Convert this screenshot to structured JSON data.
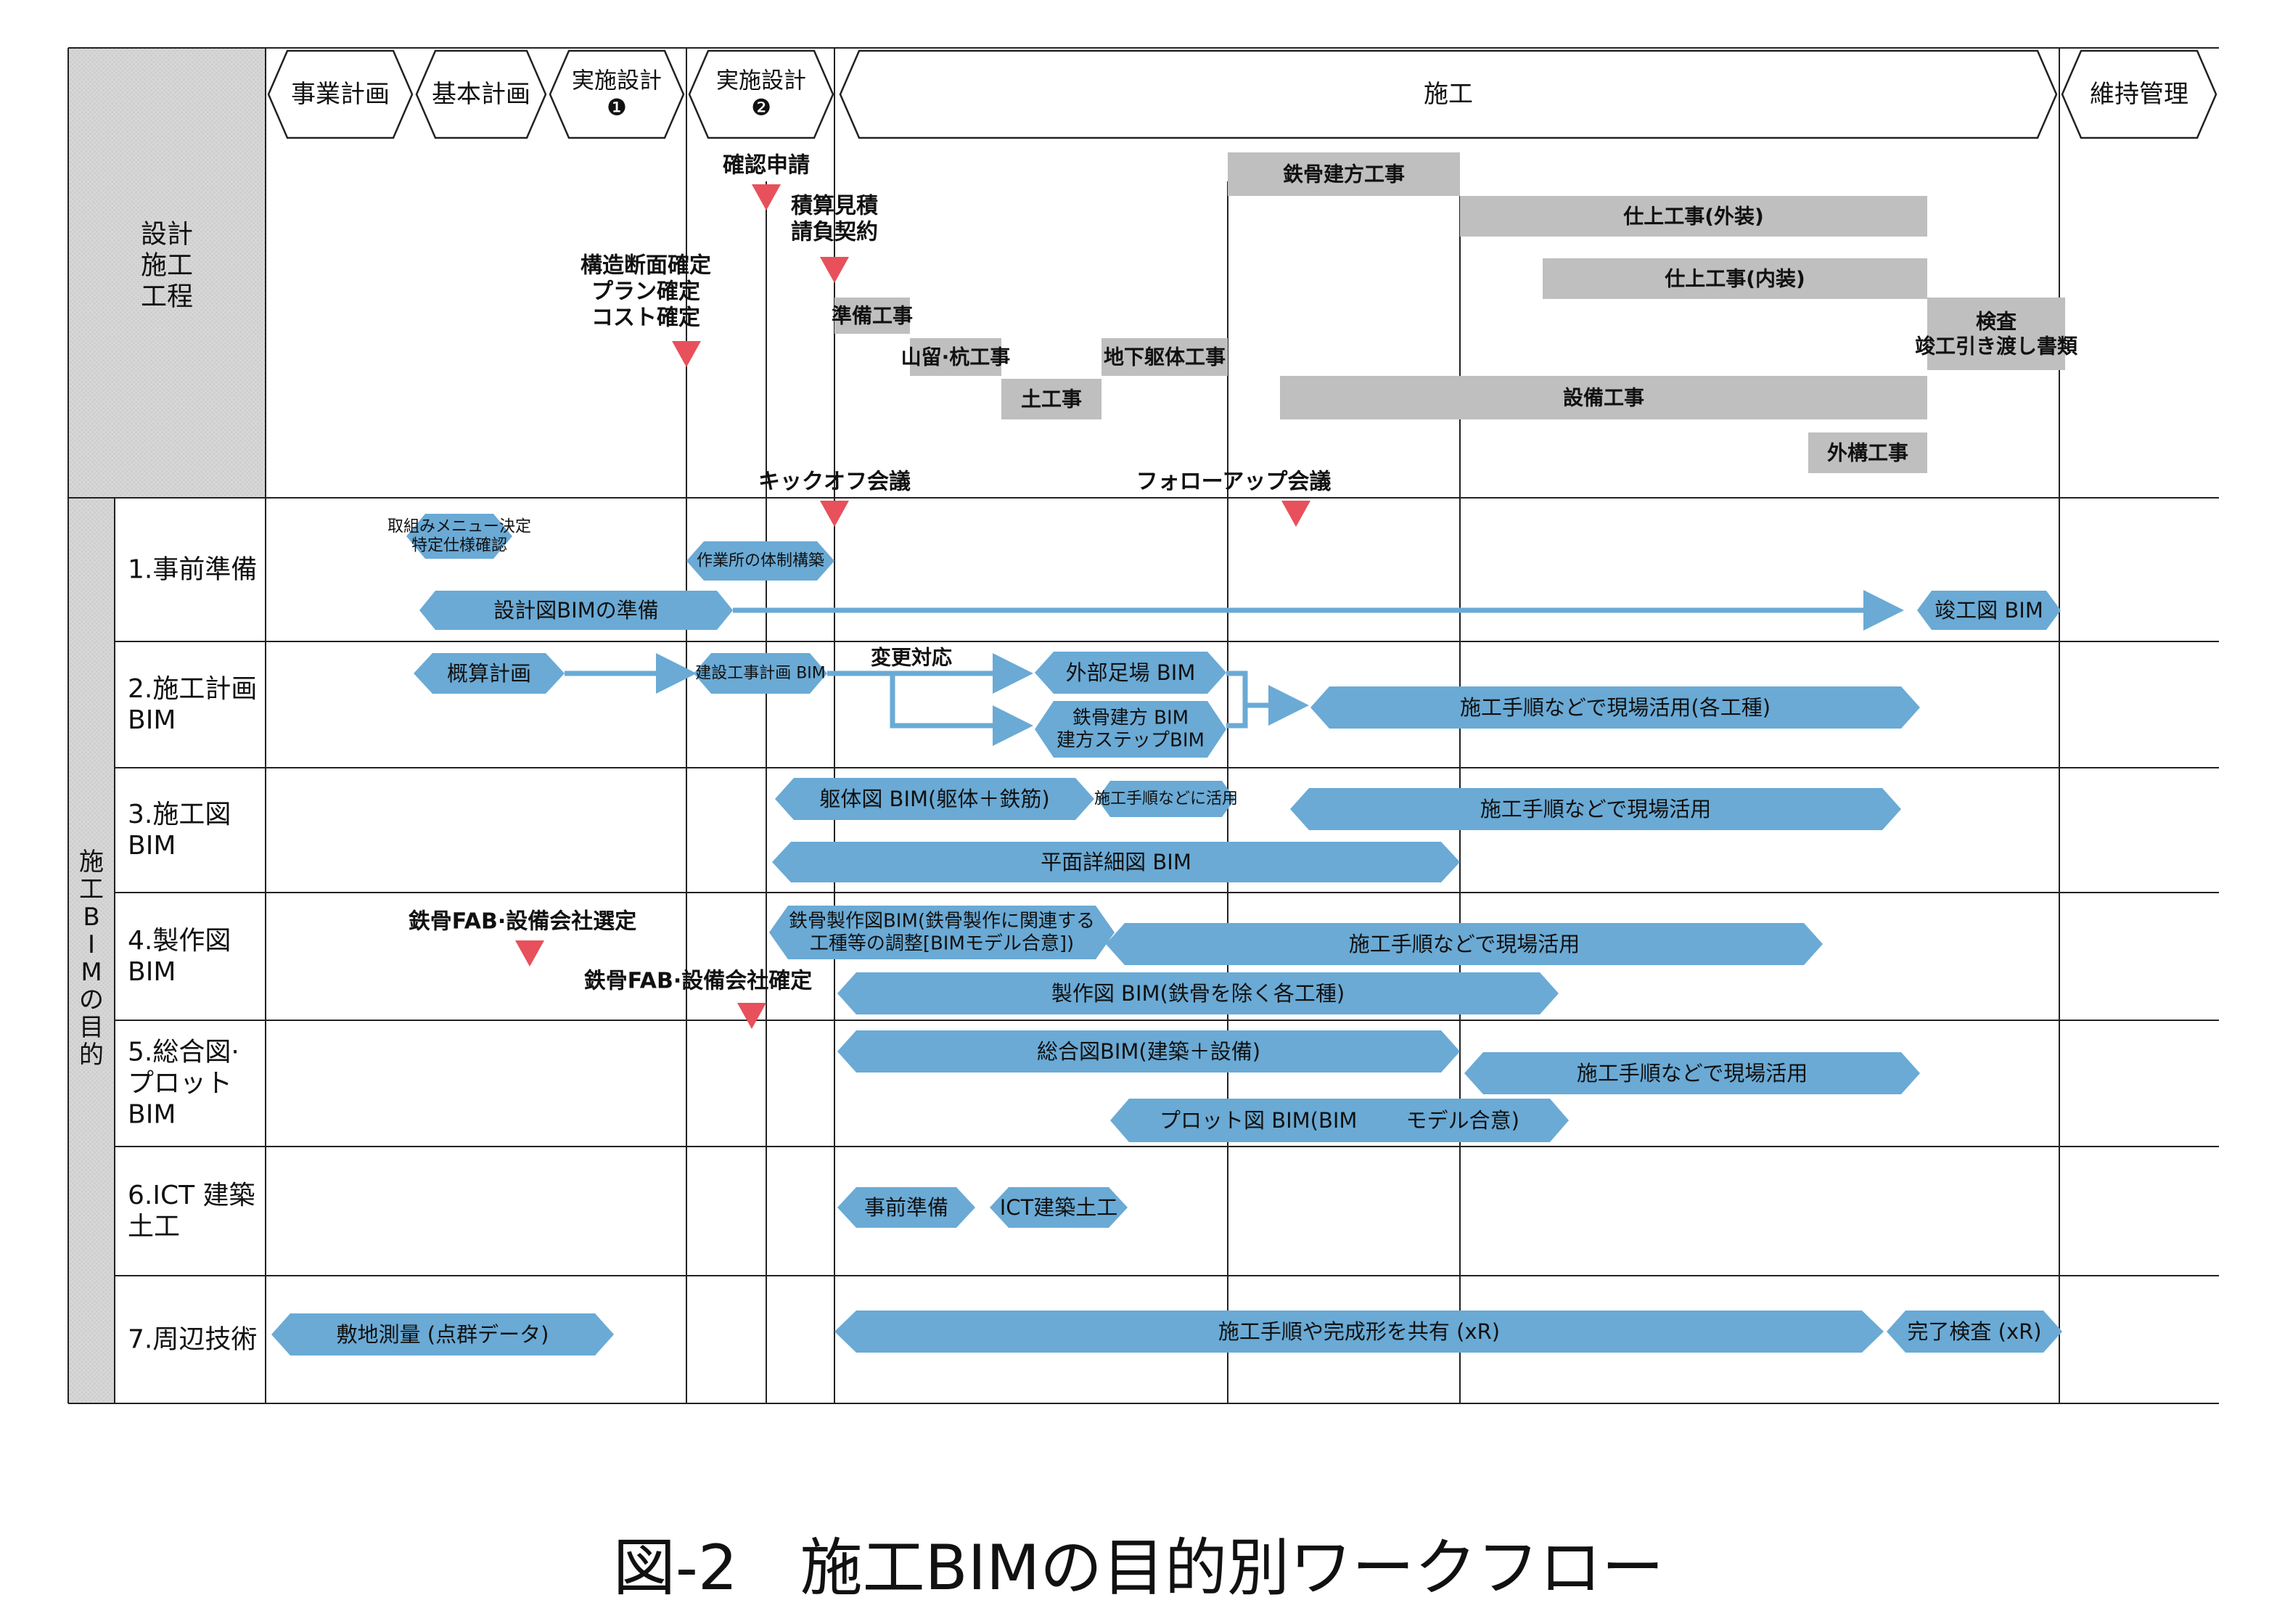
{
  "colors": {
    "blue": "#6aaad5",
    "gray_bar": "#bfbfbf",
    "panel": "#d4d4d4",
    "marker": "#e8505b",
    "line": "#222222"
  },
  "caption": "図-2　施工BIMの目的別ワークフロー",
  "phases": [
    {
      "id": "jigyo",
      "lines": [
        "事業計画"
      ]
    },
    {
      "id": "kihon",
      "lines": [
        "基本計画"
      ]
    },
    {
      "id": "jisshi1",
      "lines": [
        "実施設計",
        "❶"
      ]
    },
    {
      "id": "jisshi2",
      "lines": [
        "実施設計",
        "❷"
      ]
    },
    {
      "id": "seko",
      "lines": [
        "施工"
      ]
    },
    {
      "id": "iji",
      "lines": [
        "維持管理"
      ]
    }
  ],
  "top_left_label": [
    "設計",
    "施工",
    "工程"
  ],
  "side_label": [
    "施",
    "工",
    "B",
    "I",
    "M",
    "の",
    "目",
    "的"
  ],
  "schedule_bars": [
    {
      "id": "tekkotsu-tatekata",
      "label": "鉄骨建方工事"
    },
    {
      "id": "shiage-gaiso",
      "label": "仕上工事(外装)"
    },
    {
      "id": "shiage-naiso",
      "label": "仕上工事(内装)"
    },
    {
      "id": "kensa",
      "lines": [
        "検査",
        "竣工引き渡し書類"
      ]
    },
    {
      "id": "junbi",
      "label": "準備工事"
    },
    {
      "id": "yamadome",
      "label": "山留·杭工事"
    },
    {
      "id": "chika",
      "label": "地下躯体工事"
    },
    {
      "id": "dokoji",
      "label": "土工事"
    },
    {
      "id": "setsubi",
      "label": "設備工事"
    },
    {
      "id": "gaiko",
      "label": "外構工事"
    }
  ],
  "milestones": [
    {
      "id": "kakunin",
      "lines": [
        "確認申請"
      ]
    },
    {
      "id": "sekisan",
      "lines": [
        "積算見積",
        "請負契約"
      ]
    },
    {
      "id": "kozo",
      "lines": [
        "構造断面確定",
        "プラン確定",
        "コスト確定"
      ]
    },
    {
      "id": "kickoff",
      "lines": [
        "キックオフ会議"
      ]
    },
    {
      "id": "followup",
      "lines": [
        "フォローアップ会議"
      ]
    },
    {
      "id": "fab-sentei",
      "lines": [
        "鉄骨FAB·設備会社選定"
      ]
    },
    {
      "id": "fab-kakutei",
      "lines": [
        "鉄骨FAB·設備会社確定"
      ]
    }
  ],
  "rows": [
    {
      "id": "row1",
      "lines": [
        "1.事前準備"
      ]
    },
    {
      "id": "row2",
      "lines": [
        "2.施工計画",
        "BIM"
      ]
    },
    {
      "id": "row3",
      "lines": [
        "3.施工図",
        "BIM"
      ]
    },
    {
      "id": "row4",
      "lines": [
        "4.製作図",
        "BIM"
      ]
    },
    {
      "id": "row5",
      "lines": [
        "5.総合図·",
        "プロット",
        "BIM"
      ]
    },
    {
      "id": "row6",
      "lines": [
        "6.ICT 建築",
        "土工"
      ]
    },
    {
      "id": "row7",
      "lines": [
        "7.周辺技術"
      ]
    }
  ],
  "bim_bars": [
    {
      "id": "torikumi",
      "lines": [
        "取組みメニュー決定",
        "特定仕様確認"
      ]
    },
    {
      "id": "sagyosho",
      "lines": [
        "作業所の体制構築"
      ]
    },
    {
      "id": "sekkeizu",
      "lines": [
        "設計図BIMの準備"
      ]
    },
    {
      "id": "shunkozu",
      "lines": [
        "竣工図 BIM"
      ]
    },
    {
      "id": "gaisan",
      "lines": [
        "概算計画"
      ]
    },
    {
      "id": "kensetsu-keikaku",
      "lines": [
        "建設工事計画 BIM"
      ]
    },
    {
      "id": "henko",
      "lines": [
        "変更対応"
      ]
    },
    {
      "id": "gaibu-ashiba",
      "lines": [
        "外部足場 BIM"
      ]
    },
    {
      "id": "tekkotsu-step",
      "lines": [
        "鉄骨建方 BIM",
        "建方ステップBIM"
      ]
    },
    {
      "id": "seko-kakukoshu",
      "lines": [
        "施工手順などで現場活用(各工種)"
      ]
    },
    {
      "id": "kutaizu",
      "lines": [
        "躯体図 BIM(躯体＋鉄筋)"
      ]
    },
    {
      "id": "seko-tejun-katsuyo",
      "lines": [
        "施工手順などに活用"
      ]
    },
    {
      "id": "seko-genba-3",
      "lines": [
        "施工手順などで現場活用"
      ]
    },
    {
      "id": "heimen",
      "lines": [
        "平面詳細図 BIM"
      ]
    },
    {
      "id": "tekkotsu-seisaku",
      "lines": [
        "鉄骨製作図BIM(鉄骨製作に関連する",
        "工種等の調整[BIMモデル合意])"
      ]
    },
    {
      "id": "seko-genba-4",
      "lines": [
        "施工手順などで現場活用"
      ]
    },
    {
      "id": "seisakuzu",
      "lines": [
        "製作図 BIM(鉄骨を除く各工種)"
      ]
    },
    {
      "id": "sogozu",
      "lines": [
        "総合図BIM(建築＋設備)"
      ]
    },
    {
      "id": "seko-genba-5",
      "lines": [
        "施工手順などで現場活用"
      ]
    },
    {
      "id": "plotzu",
      "lines": [
        "プロット図 BIM(BIM　　 モデル合意)"
      ]
    },
    {
      "id": "jizen-junbi",
      "lines": [
        "事前準備"
      ]
    },
    {
      "id": "ict",
      "lines": [
        "ICT建築土工"
      ]
    },
    {
      "id": "shikichi",
      "lines": [
        "敷地測量 (点群データ)"
      ]
    },
    {
      "id": "kyoyu",
      "lines": [
        "施工手順や完成形を共有 (xR)"
      ]
    },
    {
      "id": "kanryo",
      "lines": [
        "完了検査 (xR)"
      ]
    }
  ]
}
